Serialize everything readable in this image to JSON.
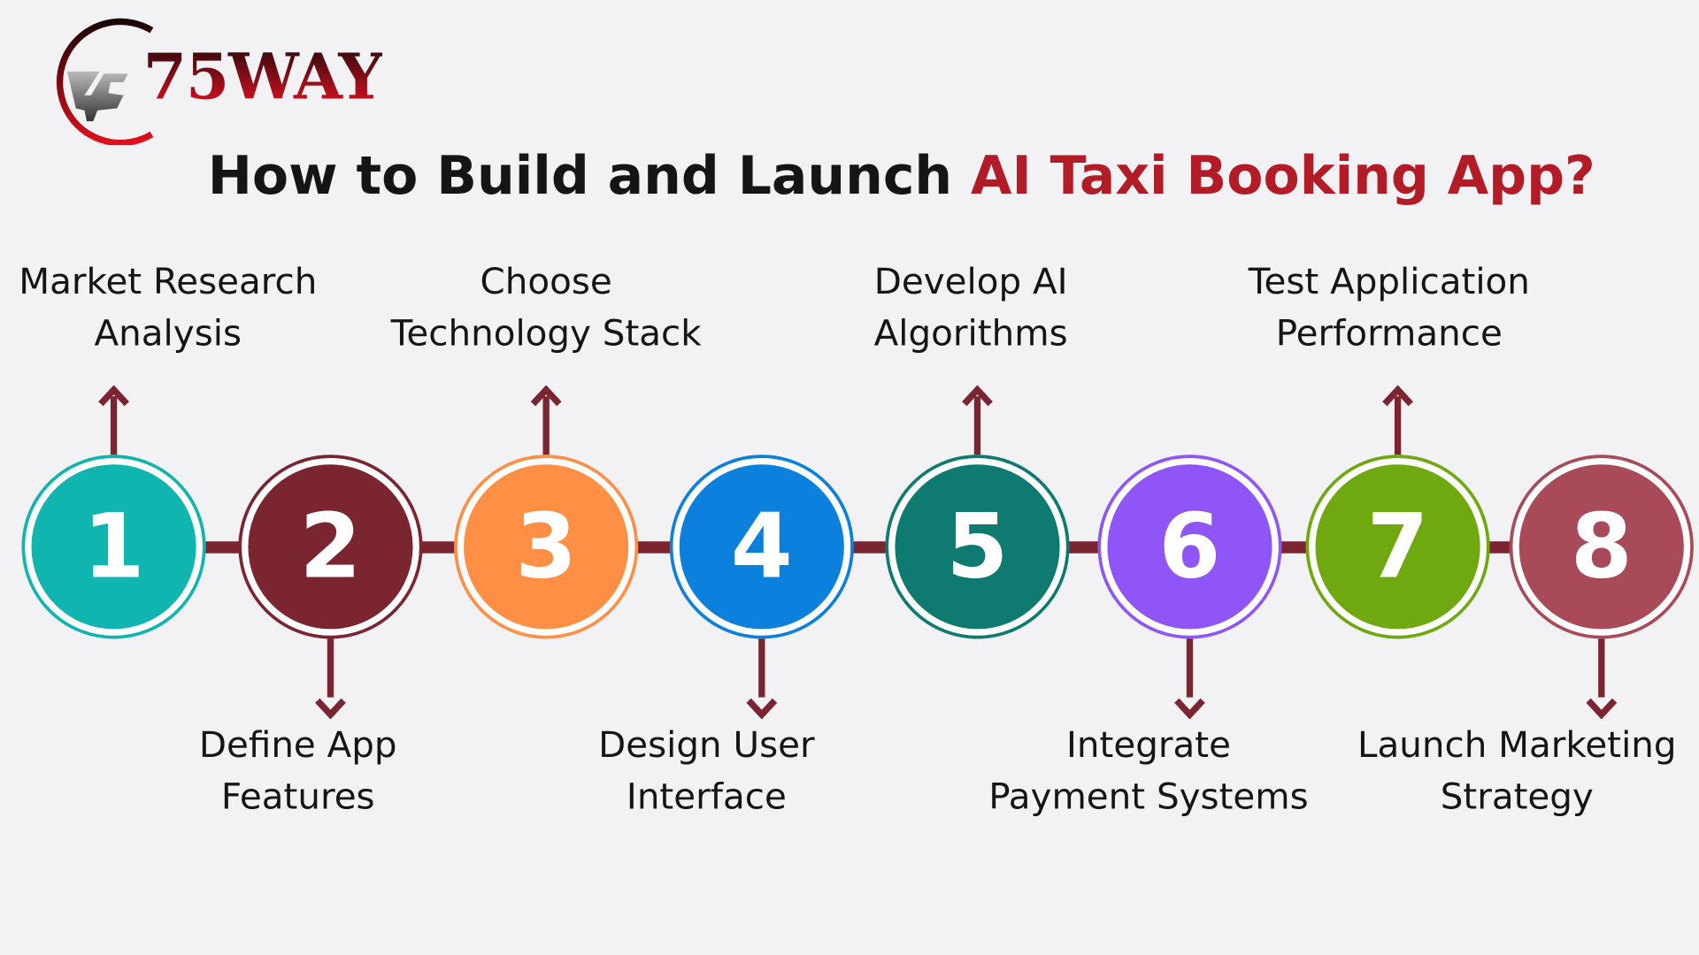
{
  "logo": {
    "text": "75WAY"
  },
  "title": {
    "prefix": "How to Build and Launch ",
    "highlight": "AI Taxi Booking App?"
  },
  "colors": {
    "background": "#f2f2f4",
    "connector": "#7a2530",
    "title_highlight": "#b31b27"
  },
  "steps": [
    {
      "number": "1",
      "line1": "Market Research",
      "line2": "Analysis",
      "color": "#11b5b0",
      "position": "above"
    },
    {
      "number": "2",
      "line1": "Define App",
      "line2": "Features",
      "color": "#7a2530",
      "position": "below"
    },
    {
      "number": "3",
      "line1": "Choose",
      "line2": "Technology Stack",
      "color": "#ff8f45",
      "position": "above"
    },
    {
      "number": "4",
      "line1": "Design User",
      "line2": "Interface",
      "color": "#0b80dc",
      "position": "below"
    },
    {
      "number": "5",
      "line1": "Develop AI",
      "line2": "Algorithms",
      "color": "#0e7a70",
      "position": "above"
    },
    {
      "number": "6",
      "line1": "Integrate",
      "line2": "Payment Systems",
      "color": "#8f55f6",
      "position": "below"
    },
    {
      "number": "7",
      "line1": "Test Application",
      "line2": "Performance",
      "color": "#6fa80f",
      "position": "above"
    },
    {
      "number": "8",
      "line1": "Launch Marketing",
      "line2": "Strategy",
      "color": "#a84a57",
      "position": "below"
    }
  ]
}
